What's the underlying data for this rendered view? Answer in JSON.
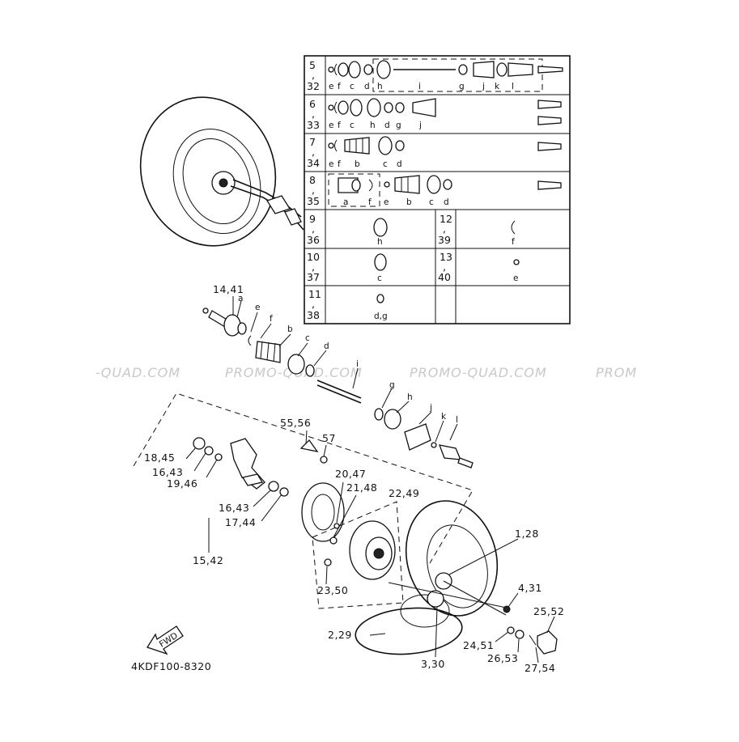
{
  "watermark": {
    "text": "PROMO-QUAD.COM",
    "partial_left": "-QUAD.COM",
    "partial_right": "PROM"
  },
  "drawing_number": "4KDF100-8320",
  "fwd_label": "FWD",
  "callouts": [
    {
      "id": "c1",
      "text": "14,41"
    },
    {
      "id": "c2",
      "text": "a"
    },
    {
      "id": "c3",
      "text": "e"
    },
    {
      "id": "c4",
      "text": "f"
    },
    {
      "id": "c5",
      "text": "b"
    },
    {
      "id": "c6",
      "text": "c"
    },
    {
      "id": "c7",
      "text": "d"
    },
    {
      "id": "c8",
      "text": "i"
    },
    {
      "id": "c9",
      "text": "g"
    },
    {
      "id": "c10",
      "text": "h"
    },
    {
      "id": "c11",
      "text": "j"
    },
    {
      "id": "c12",
      "text": "k"
    },
    {
      "id": "c13",
      "text": "l"
    },
    {
      "id": "c14",
      "text": "55,56"
    },
    {
      "id": "c15",
      "text": "57"
    },
    {
      "id": "c16",
      "text": "18,45"
    },
    {
      "id": "c17",
      "text": "16,43"
    },
    {
      "id": "c18",
      "text": "19,46"
    },
    {
      "id": "c19",
      "text": "16,43"
    },
    {
      "id": "c20",
      "text": "17,44"
    },
    {
      "id": "c21",
      "text": "15,42"
    },
    {
      "id": "c22",
      "text": "20,47"
    },
    {
      "id": "c23",
      "text": "21,48"
    },
    {
      "id": "c24",
      "text": "22,49"
    },
    {
      "id": "c25",
      "text": "1,28"
    },
    {
      "id": "c26",
      "text": "4,31"
    },
    {
      "id": "c27",
      "text": "23,50"
    },
    {
      "id": "c28",
      "text": "25,52"
    },
    {
      "id": "c29",
      "text": "2,29"
    },
    {
      "id": "c30",
      "text": "24,51"
    },
    {
      "id": "c31",
      "text": "26,53"
    },
    {
      "id": "c32",
      "text": "27,54"
    },
    {
      "id": "c33",
      "text": "3,30"
    }
  ],
  "table": {
    "rows": [
      {
        "top": "5",
        "bottom": "32",
        "letters": [
          "e",
          "f",
          "c",
          "d",
          "h",
          "i",
          "g",
          "j",
          "k",
          "l"
        ]
      },
      {
        "top": "6",
        "bottom": "33",
        "letters": [
          "e",
          "f",
          "c",
          "h",
          "d",
          "g",
          "j"
        ]
      },
      {
        "top": "7",
        "bottom": "34",
        "letters": [
          "e",
          "f",
          "b",
          "c",
          "d"
        ]
      },
      {
        "top": "8",
        "bottom": "35",
        "letters": [
          "a",
          "f",
          "e",
          "b",
          "c",
          "d"
        ]
      },
      {
        "top": "9",
        "bottom": "36",
        "letters": [
          "h"
        ]
      },
      {
        "top": "10",
        "bottom": "37",
        "letters": [
          "c"
        ]
      },
      {
        "top": "11",
        "bottom": "38",
        "letters": [
          "d,g"
        ]
      }
    ],
    "right_rows": [
      {
        "top": "12",
        "bottom": "39",
        "letters": [
          "f"
        ]
      },
      {
        "top": "13",
        "bottom": "40",
        "letters": [
          "e"
        ]
      }
    ]
  }
}
